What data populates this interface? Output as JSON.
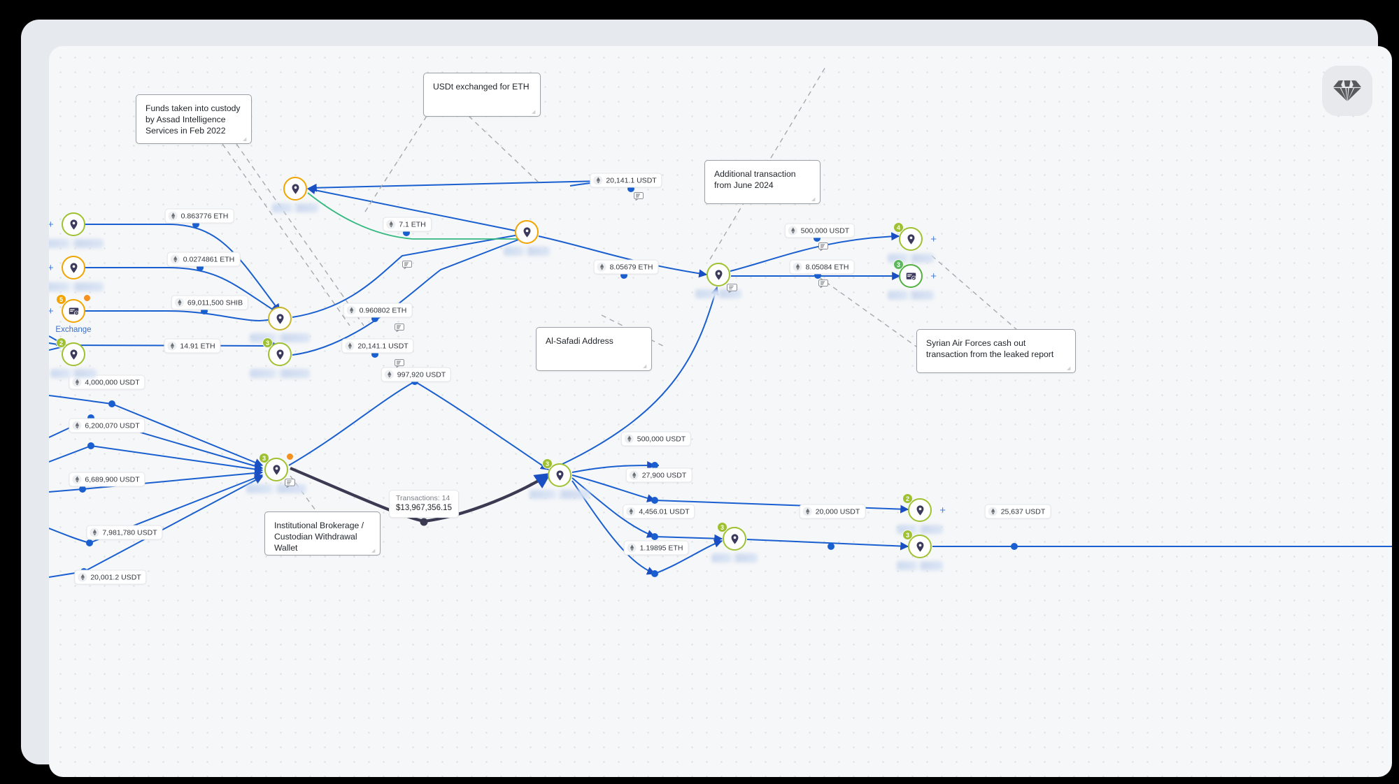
{
  "app": {
    "logo_icon": "diamond-icon",
    "background_color": "#f6f7f8",
    "edge_color": "#1a5fd0",
    "highlight_edge_color": "#3c3a52",
    "green_edge_color": "#34b981"
  },
  "notes": [
    {
      "id": "note-custody",
      "text": "Funds taken into custody by Assad Intelligence Services in Feb 2022"
    },
    {
      "id": "note-usdt-eth",
      "text": "USDt exchanged for ETH"
    },
    {
      "id": "note-june-2024",
      "text": "Additional transaction from June 2024"
    },
    {
      "id": "note-al-safadi",
      "text": "Al-Safadi Address"
    },
    {
      "id": "note-syrian-air",
      "text": "Syrian Air Forces cash out transaction from the leaked report"
    },
    {
      "id": "note-brokerage",
      "text": "Institutional Brokerage / Custodian Withdrawal Wallet"
    }
  ],
  "edge_labels": [
    {
      "id": "e1",
      "value": "0.863776 ETH",
      "asset": "ETH"
    },
    {
      "id": "e2",
      "value": "0.0274861 ETH",
      "asset": "ETH"
    },
    {
      "id": "e3",
      "value": "69,011,500 SHIB",
      "asset": "SHIB"
    },
    {
      "id": "e4",
      "value": "14.91 ETH",
      "asset": "ETH"
    },
    {
      "id": "e5",
      "value": "0.960802 ETH",
      "asset": "ETH"
    },
    {
      "id": "e6",
      "value": "20,141.1 USDT",
      "asset": "USDT"
    },
    {
      "id": "e7",
      "value": "7.1 ETH",
      "asset": "ETH"
    },
    {
      "id": "e8",
      "value": "20,141.1 USDT",
      "asset": "USDT"
    },
    {
      "id": "e9",
      "value": "8.05679 ETH",
      "asset": "ETH"
    },
    {
      "id": "e10",
      "value": "500,000 USDT",
      "asset": "USDT"
    },
    {
      "id": "e11",
      "value": "8.05084 ETH",
      "asset": "ETH"
    },
    {
      "id": "e12",
      "value": "4,000,000 USDT",
      "asset": "USDT"
    },
    {
      "id": "e13",
      "value": "6,200,070 USDT",
      "asset": "USDT"
    },
    {
      "id": "e14",
      "value": "6,689,900 USDT",
      "asset": "USDT"
    },
    {
      "id": "e15",
      "value": "7,981,780 USDT",
      "asset": "USDT"
    },
    {
      "id": "e16",
      "value": "20,001.2 USDT",
      "asset": "USDT"
    },
    {
      "id": "e17",
      "value": "997,920 USDT",
      "asset": "USDT"
    },
    {
      "id": "e18",
      "value": "500,000 USDT",
      "asset": "USDT"
    },
    {
      "id": "e19",
      "value": "27,900 USDT",
      "asset": "USDT"
    },
    {
      "id": "e20",
      "value": "4,456.01 USDT",
      "asset": "USDT"
    },
    {
      "id": "e21",
      "value": "1.19895 ETH",
      "asset": "ETH"
    },
    {
      "id": "e22",
      "value": "20,000 USDT",
      "asset": "USDT"
    },
    {
      "id": "e23",
      "value": "25,637 USDT",
      "asset": "USDT"
    }
  ],
  "aggregate_edge": {
    "id": "e-aggregate",
    "transactions_label": "Transactions: 14",
    "amount": "$13,967,356.15"
  },
  "nodes": [
    {
      "id": "n1",
      "icon": "map-pin-icon",
      "ring": "lime",
      "badge": null,
      "label_redacted": true,
      "expand": "left"
    },
    {
      "id": "n2",
      "icon": "map-pin-icon",
      "ring": "orange",
      "badge": null,
      "label_redacted": true,
      "expand": "left"
    },
    {
      "id": "n3",
      "icon": "exchange-card-icon",
      "ring": "orange",
      "badge": "5",
      "label_text": "Exchange",
      "dot": true,
      "expand": "left"
    },
    {
      "id": "n4",
      "icon": "map-pin-icon",
      "ring": "lime",
      "badge": "2",
      "label_redacted": true
    },
    {
      "id": "n5",
      "icon": "map-pin-icon",
      "ring": "olive",
      "badge": null,
      "label_redacted": true
    },
    {
      "id": "n6",
      "icon": "map-pin-icon",
      "ring": "lime",
      "badge": "3",
      "label_redacted": true
    },
    {
      "id": "n7",
      "icon": "map-pin-icon",
      "ring": "orange",
      "badge": null,
      "label_redacted": true
    },
    {
      "id": "n8",
      "icon": "map-pin-icon",
      "ring": "orange",
      "badge": null,
      "label_redacted": true
    },
    {
      "id": "n9",
      "icon": "map-pin-icon",
      "ring": "lime",
      "badge": null,
      "label_redacted": true,
      "note": true
    },
    {
      "id": "n10",
      "icon": "map-pin-icon",
      "ring": "lime",
      "badge": "4",
      "label_redacted": true,
      "expand": "right"
    },
    {
      "id": "n11",
      "icon": "card-check-icon",
      "ring": "green",
      "badge": "3",
      "label_redacted": true,
      "expand": "right"
    },
    {
      "id": "n12",
      "icon": "map-pin-icon",
      "ring": "lime",
      "badge": "3",
      "label_redacted": true,
      "dot": true,
      "note": true
    },
    {
      "id": "n13",
      "icon": "map-pin-icon",
      "ring": "lime",
      "badge": "3",
      "label_redacted": true
    },
    {
      "id": "n14",
      "icon": "map-pin-icon",
      "ring": "lime",
      "badge": "3",
      "label_redacted": true
    },
    {
      "id": "n15",
      "icon": "map-pin-icon",
      "ring": "lime",
      "badge": "2",
      "label_redacted": true,
      "expand": "right"
    },
    {
      "id": "n16",
      "icon": "map-pin-icon",
      "ring": "lime",
      "badge": "3",
      "label_redacted": true
    }
  ]
}
